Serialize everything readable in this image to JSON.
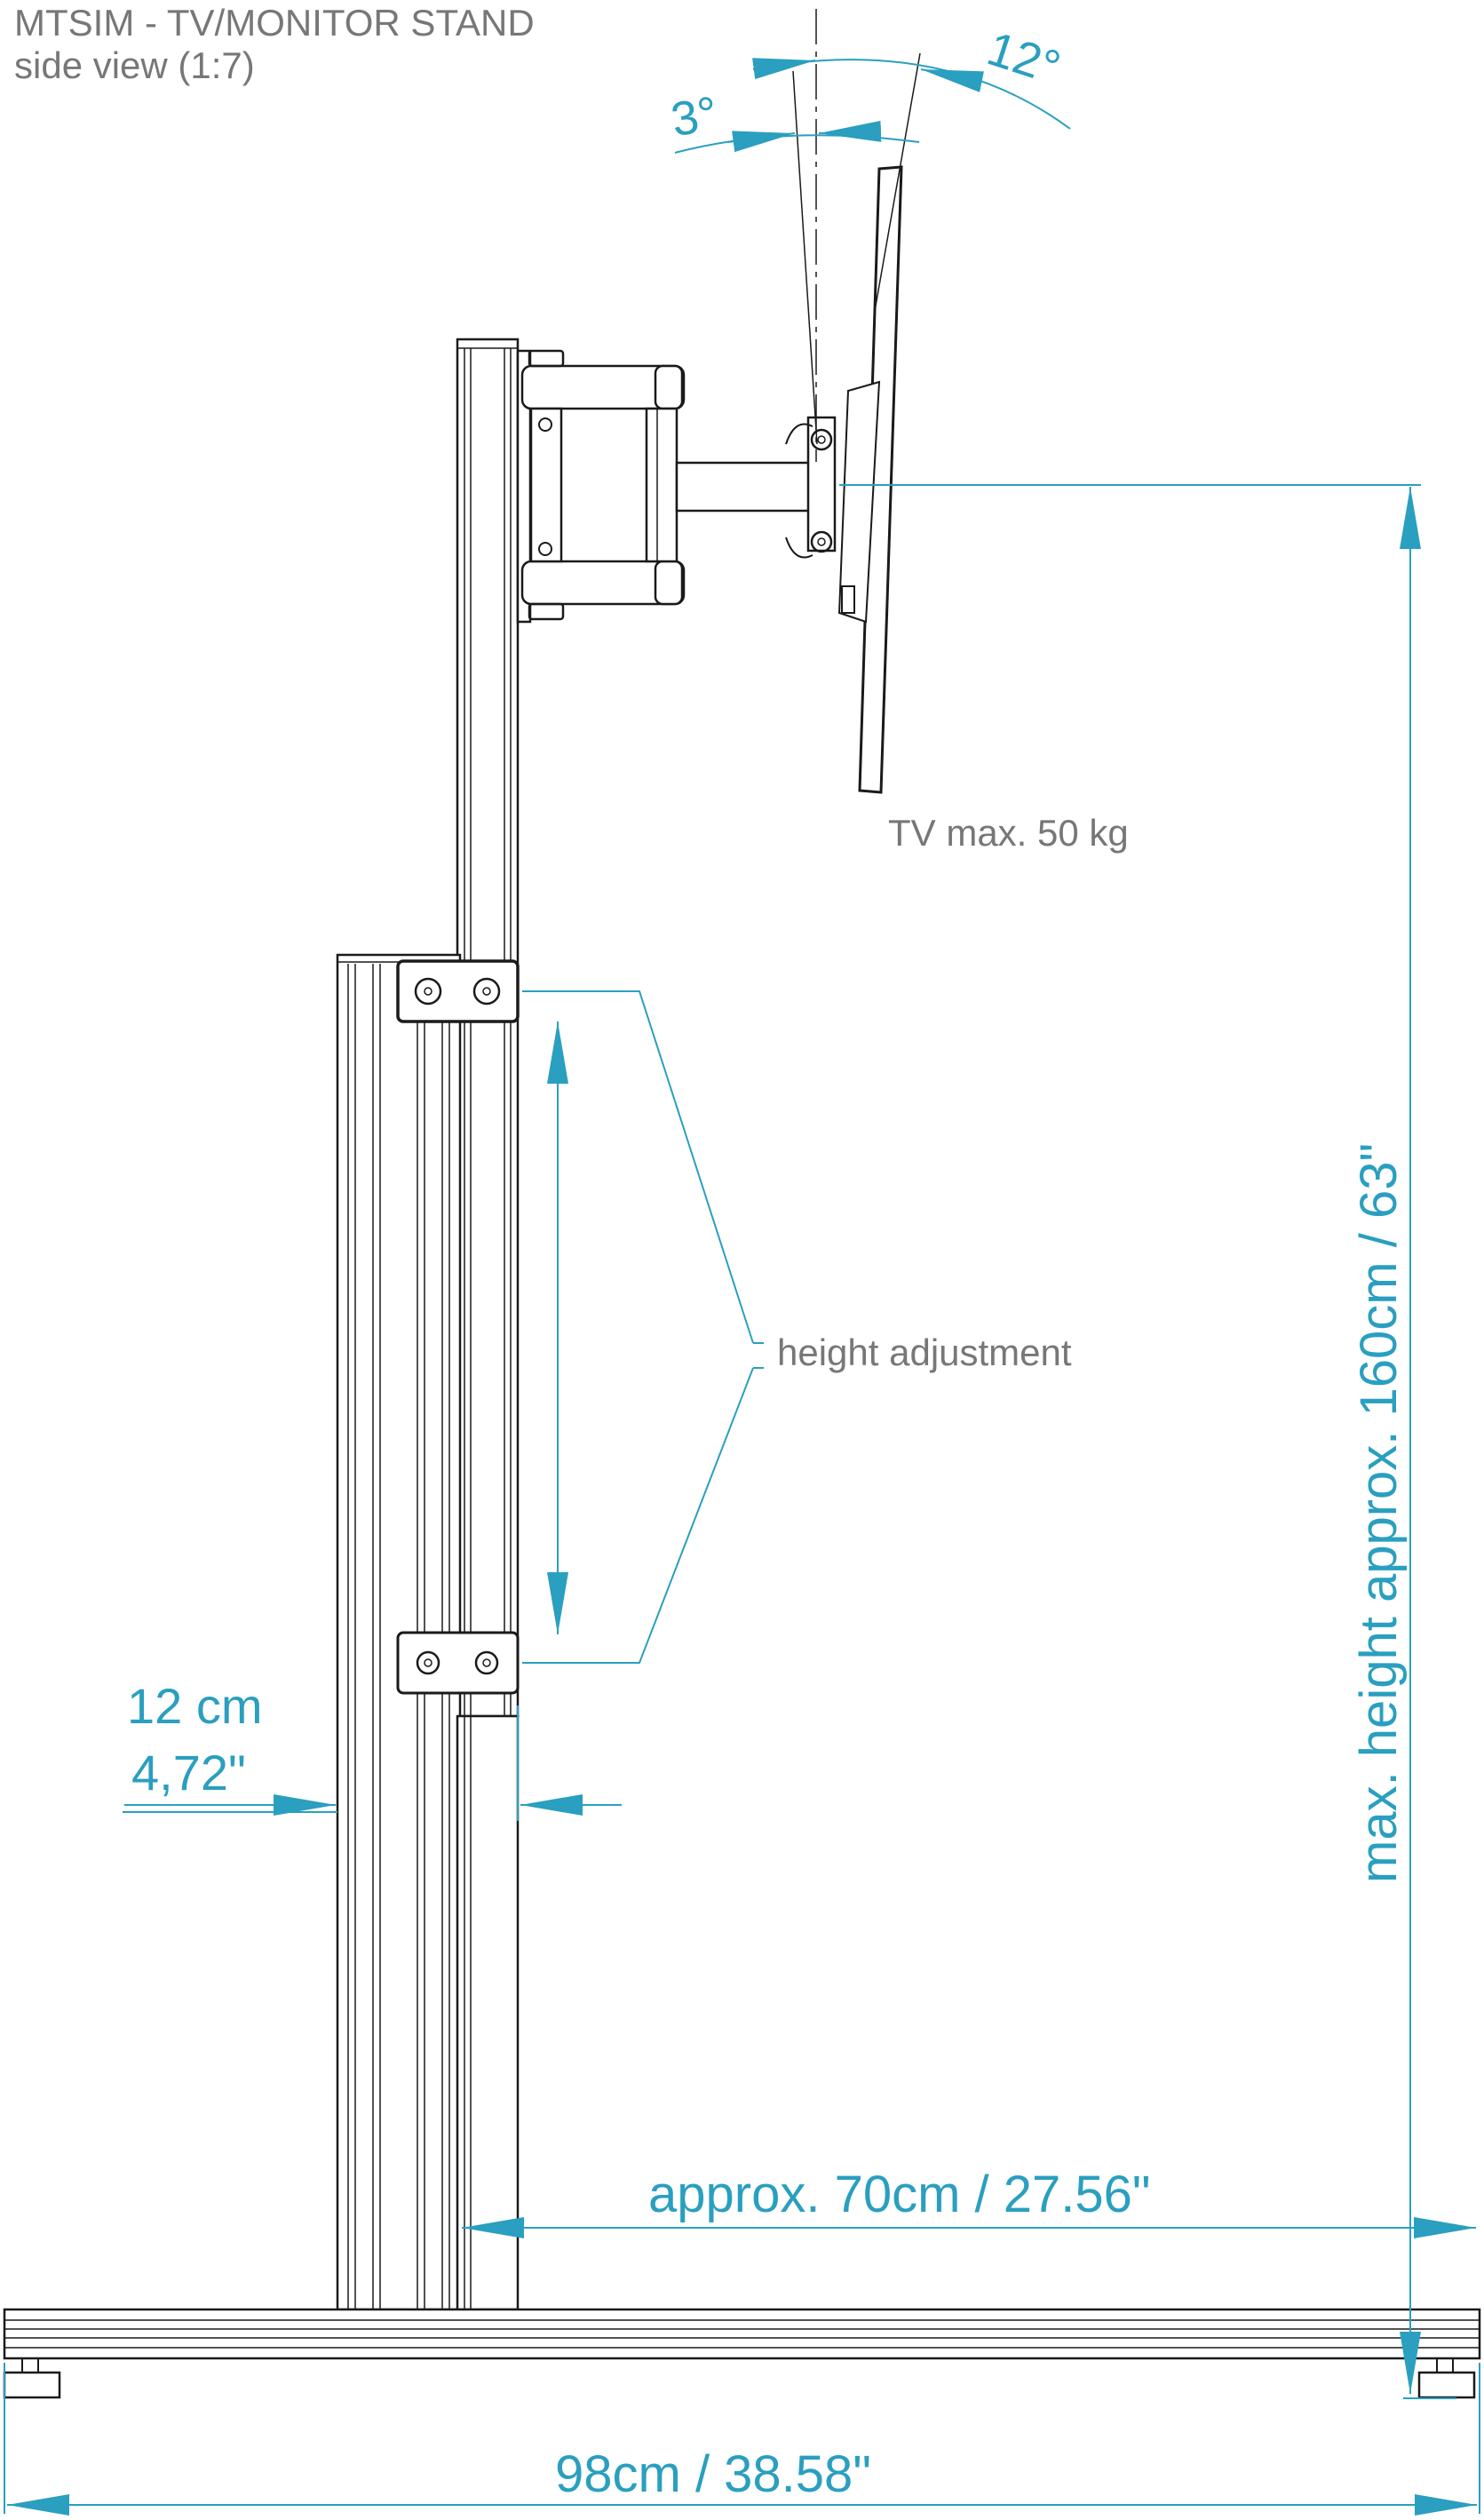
{
  "title": {
    "line1": "MTSIM - TV/MONITOR STAND",
    "line2": "side view (1:7)"
  },
  "annotations": {
    "tilt_forward": "3°",
    "tilt_back": "12°",
    "tv_max_load": "TV max. 50 kg",
    "height_adjustment": "height adjustment",
    "column_offset_cm": "12 cm",
    "column_offset_in": "4,72\"",
    "base_depth_to_column": "approx. 70cm / 27.56\"",
    "base_total_length": "98cm / 38.58\"",
    "max_height": "max. height approx. 160cm / 63\""
  },
  "colors": {
    "dimension": "#2a9fbf",
    "line_art": "#1a1a1a",
    "note_text": "#777777"
  }
}
